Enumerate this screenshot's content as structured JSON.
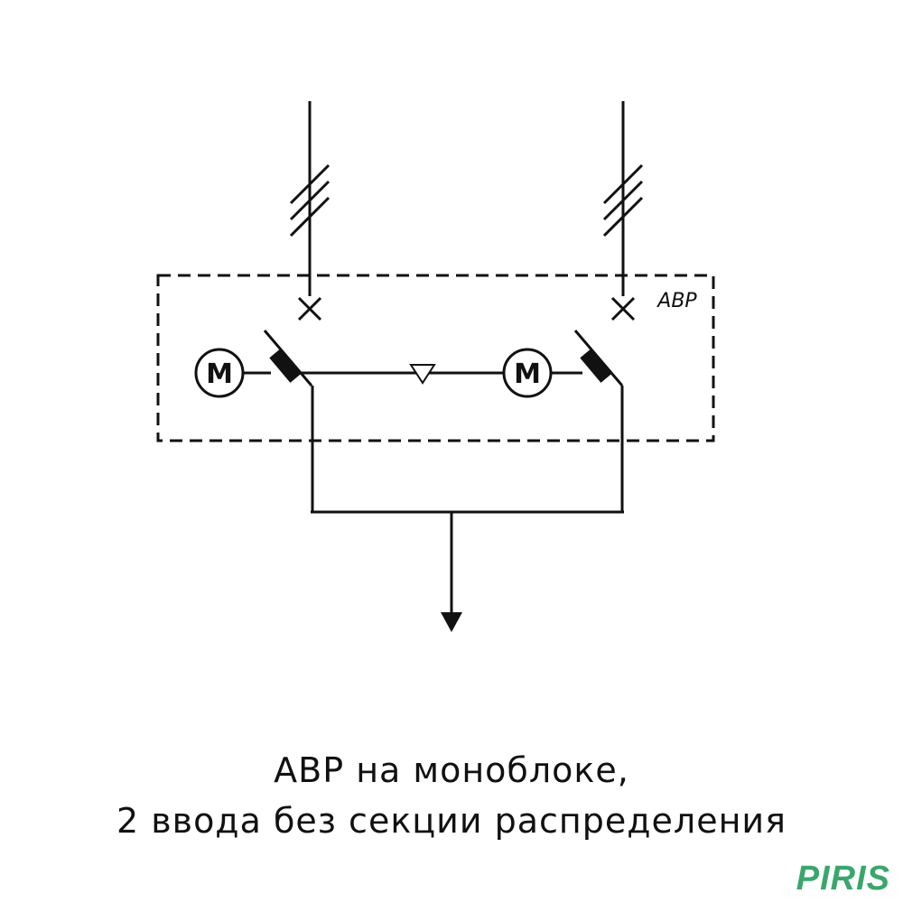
{
  "diagram": {
    "box_label": "АВР",
    "motor_label": "M"
  },
  "caption": {
    "line1": "АВР на моноблоке,",
    "line2": "2 ввода без секции распределения"
  },
  "logo": {
    "text": "PIRIS",
    "color": "#3aa66b"
  },
  "colors": {
    "line": "#111111",
    "background": "#ffffff"
  }
}
